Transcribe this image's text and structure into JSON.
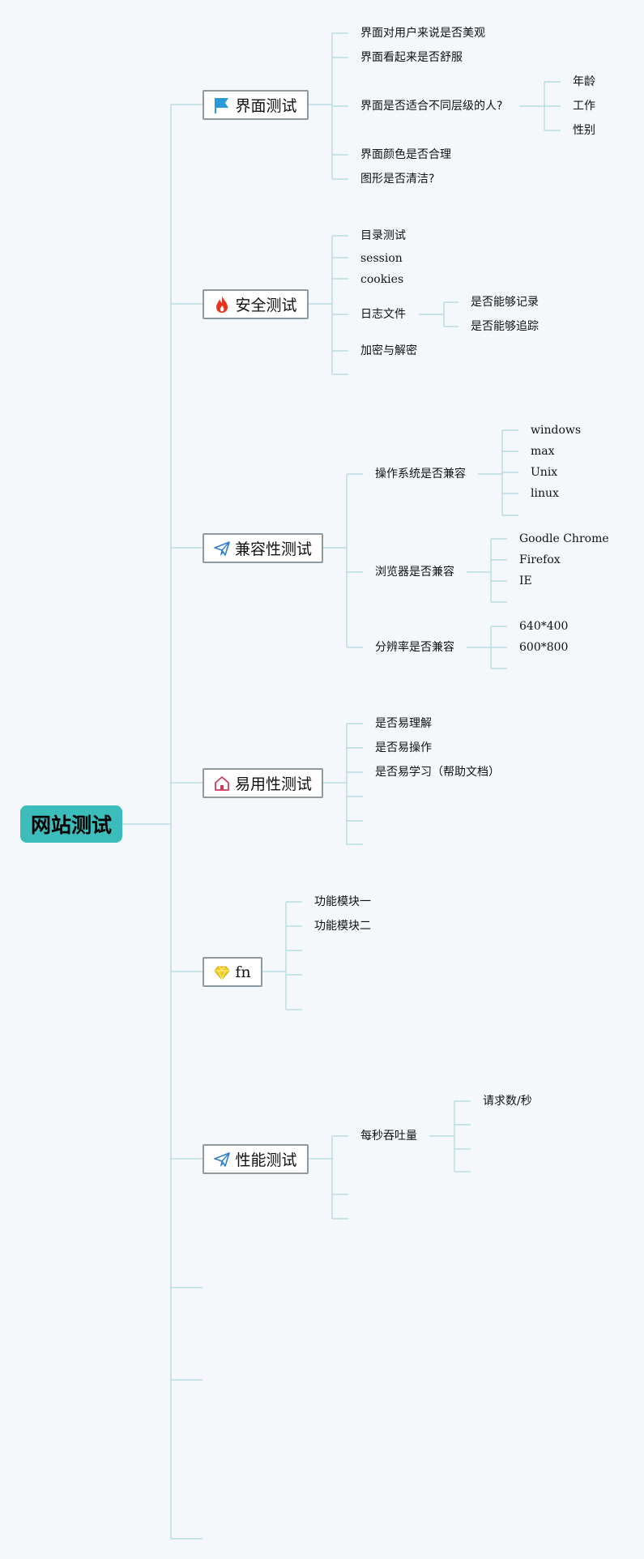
{
  "root": {
    "label": "网站测试"
  },
  "branches": [
    {
      "label": "界面测试",
      "icon": "flag-icon",
      "children": [
        {
          "label": "界面对用户来说是否美观"
        },
        {
          "label": "界面看起来是否舒服"
        },
        {
          "label": "界面是否适合不同层级的人?",
          "children": [
            {
              "label": "年龄"
            },
            {
              "label": "工作"
            },
            {
              "label": "性别"
            }
          ]
        },
        {
          "label": "界面颜色是否合理"
        },
        {
          "label": "图形是否清洁?"
        }
      ]
    },
    {
      "label": "安全测试",
      "icon": "fire-icon",
      "children": [
        {
          "label": "目录测试"
        },
        {
          "label": "session"
        },
        {
          "label": "cookies"
        },
        {
          "label": "日志文件",
          "children": [
            {
              "label": "是否能够记录"
            },
            {
              "label": "是否能够追踪"
            }
          ]
        },
        {
          "label": "加密与解密"
        },
        {
          "label": ""
        }
      ]
    },
    {
      "label": "兼容性测试",
      "icon": "paper-plane-icon",
      "children": [
        {
          "label": "操作系统是否兼容",
          "children": [
            {
              "label": "windows"
            },
            {
              "label": "max"
            },
            {
              "label": "Unix"
            },
            {
              "label": "linux"
            },
            {
              "label": ""
            }
          ]
        },
        {
          "label": "浏览器是否兼容",
          "children": [
            {
              "label": "Goodle Chrome"
            },
            {
              "label": "Firefox"
            },
            {
              "label": "IE"
            },
            {
              "label": ""
            }
          ]
        },
        {
          "label": "分辨率是否兼容",
          "children": [
            {
              "label": "640*400"
            },
            {
              "label": "600*800"
            },
            {
              "label": ""
            }
          ]
        }
      ]
    },
    {
      "label": "易用性测试",
      "icon": "home-icon",
      "children": [
        {
          "label": "是否易理解"
        },
        {
          "label": "是否易操作"
        },
        {
          "label": "是否易学习（帮助文档）"
        },
        {
          "label": ""
        },
        {
          "label": ""
        },
        {
          "label": ""
        }
      ]
    },
    {
      "label": "fn",
      "icon": "diamond-icon",
      "children": [
        {
          "label": "功能模块一"
        },
        {
          "label": "功能模块二"
        },
        {
          "label": ""
        },
        {
          "label": ""
        },
        {
          "label": ""
        }
      ]
    },
    {
      "label": "性能测试",
      "icon": "paper-plane-icon",
      "children": [
        {
          "label": "每秒吞吐量",
          "children": [
            {
              "label": "请求数/秒"
            },
            {
              "label": ""
            },
            {
              "label": ""
            },
            {
              "label": ""
            }
          ]
        },
        {
          "label": ""
        },
        {
          "label": ""
        }
      ]
    },
    {
      "label": ""
    },
    {
      "label": ""
    },
    {
      "label": ""
    }
  ],
  "colors": {
    "background": "#f4f8fa",
    "root": "#3dbcbc",
    "connector": "#b9dde0",
    "topic_border": "#8e9aa0",
    "flag": "#2b9ad8",
    "fire": "#e8341c",
    "plane": "#2f7fd0",
    "home": "#d23a5a",
    "diamond": "#f2cc1a"
  }
}
